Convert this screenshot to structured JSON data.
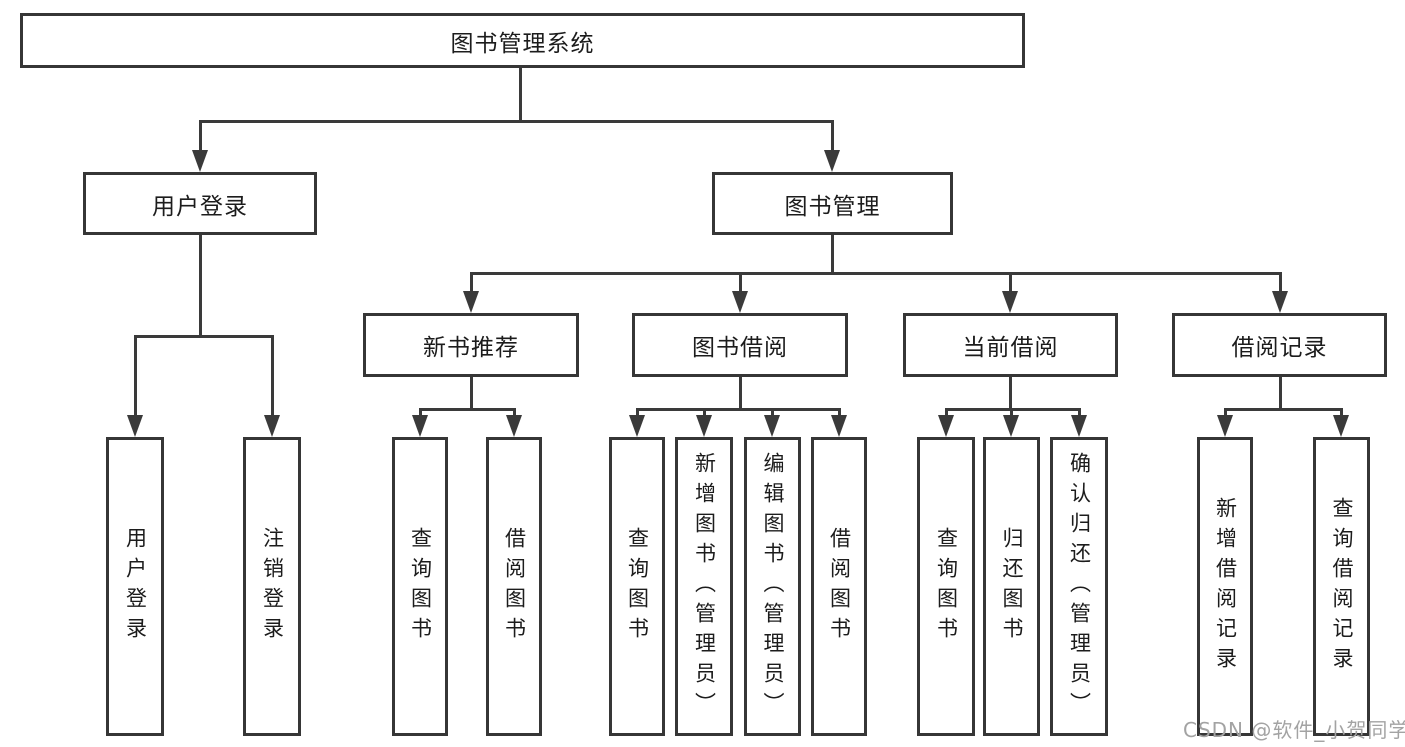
{
  "diagram": {
    "root": {
      "label": "图书管理系统"
    },
    "branches": [
      {
        "label": "用户登录",
        "children": [
          {
            "label": "用户登录"
          },
          {
            "label": "注销登录"
          }
        ]
      },
      {
        "label": "图书管理",
        "children": [
          {
            "label": "新书推荐",
            "children": [
              {
                "label": "查询图书"
              },
              {
                "label": "借阅图书"
              }
            ]
          },
          {
            "label": "图书借阅",
            "children": [
              {
                "label": "查询图书"
              },
              {
                "label": "新增图书（管理员）"
              },
              {
                "label": "编辑图书（管理员）"
              },
              {
                "label": "借阅图书"
              }
            ]
          },
          {
            "label": "当前借阅",
            "children": [
              {
                "label": "查询图书"
              },
              {
                "label": "归还图书"
              },
              {
                "label": "确认归还（管理员）"
              }
            ]
          },
          {
            "label": "借阅记录",
            "children": [
              {
                "label": "新增借阅记录"
              },
              {
                "label": "查询借阅记录"
              }
            ]
          }
        ]
      }
    ]
  },
  "watermark": {
    "text": "CSDN @软件_小贺同学",
    "color": "#a3a3a3"
  },
  "colors": {
    "line": "#3a3a3a",
    "border": "#363636",
    "text": "#1c1c1c",
    "background": "#ffffff"
  }
}
